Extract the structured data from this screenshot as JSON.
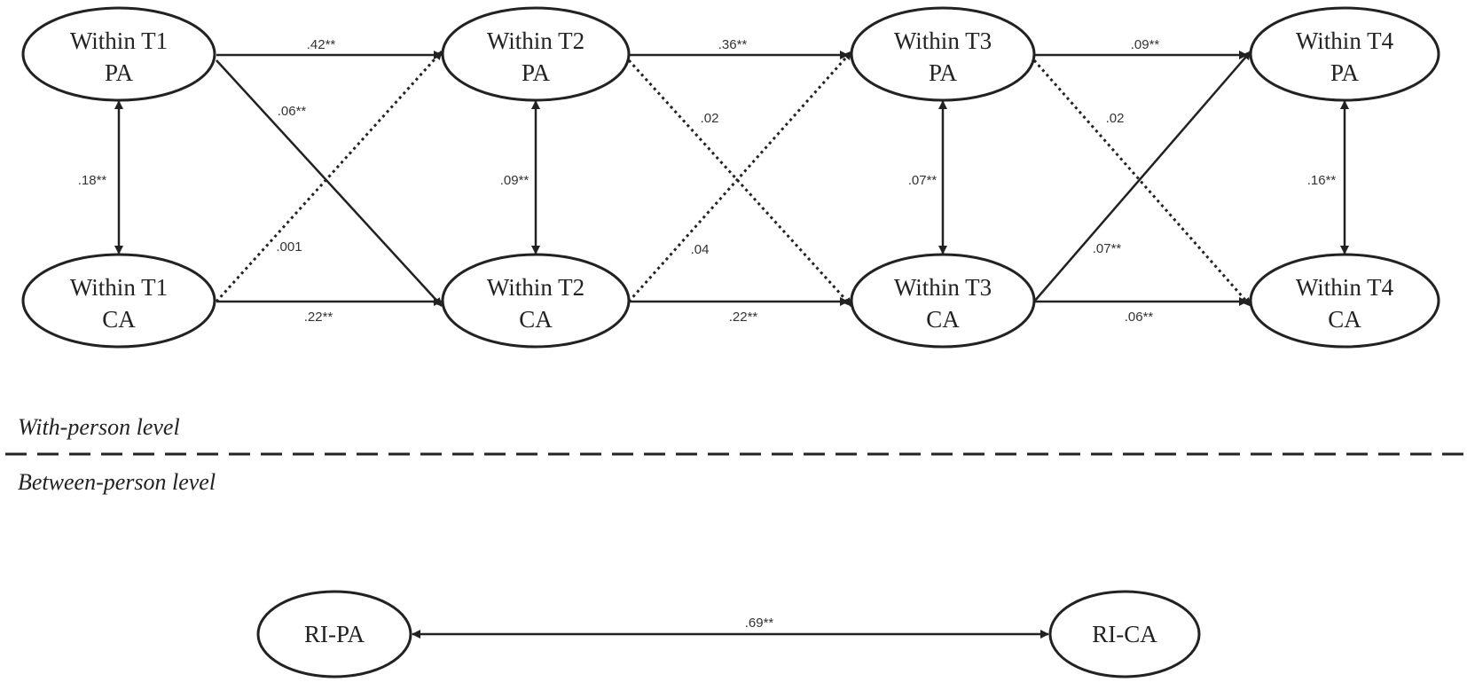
{
  "nodes": {
    "t1_pa": {
      "line1": "Within T1",
      "line2": "PA"
    },
    "t1_ca": {
      "line1": "Within T1",
      "line2": "CA"
    },
    "t2_pa": {
      "line1": "Within T2",
      "line2": "PA"
    },
    "t2_ca": {
      "line1": "Within T2",
      "line2": "CA"
    },
    "t3_pa": {
      "line1": "Within T3",
      "line2": "PA"
    },
    "t3_ca": {
      "line1": "Within T3",
      "line2": "CA"
    },
    "t4_pa": {
      "line1": "Within T4",
      "line2": "PA"
    },
    "t4_ca": {
      "line1": "Within T4",
      "line2": "CA"
    },
    "ri_pa": {
      "line1": "RI-PA"
    },
    "ri_ca": {
      "line1": "RI-CA"
    }
  },
  "coefficients": {
    "pa1_pa2": ".42**",
    "pa2_pa3": ".36**",
    "pa3_pa4": ".09**",
    "ca1_ca2": ".22**",
    "ca2_ca3": ".22**",
    "ca3_ca4": ".06**",
    "pa1_ca2": ".06**",
    "ca1_pa2": ".001",
    "pa2_ca3": ".02",
    "ca2_pa3": ".04",
    "pa3_ca4": ".02",
    "ca3_pa4": ".07**",
    "cov_t1": ".18**",
    "cov_t2": ".09**",
    "cov_t3": ".07**",
    "cov_t4": ".16**",
    "cov_ri": ".69**"
  },
  "levels": {
    "within": "With-person level",
    "between": "Between-person level"
  }
}
